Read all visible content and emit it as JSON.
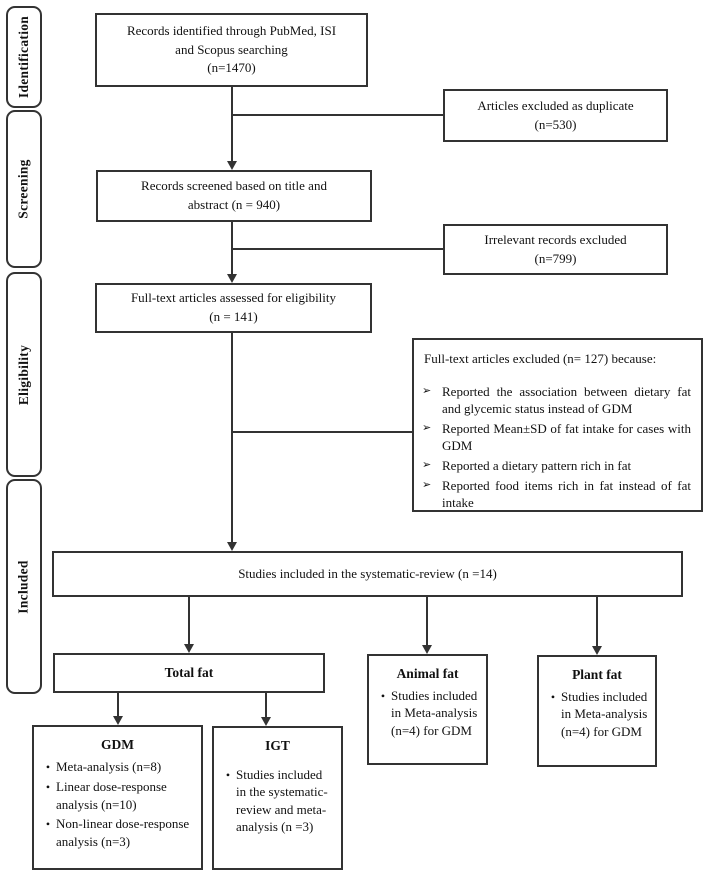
{
  "colors": {
    "border": "#333333",
    "text": "#111111",
    "background": "#ffffff"
  },
  "sidebar": {
    "items": [
      {
        "label": "Identification"
      },
      {
        "label": "Screening"
      },
      {
        "label": "Eligibility"
      },
      {
        "label": "Included"
      }
    ]
  },
  "flow": {
    "records_identified": "Records identified through PubMed, ISI\nand Scopus searching\n(n=1470)",
    "duplicates_excluded": "Articles excluded as duplicate\n(n=530)",
    "records_screened": "Records screened based on title and\nabstract (n = 940)",
    "irrelevant_excluded": "Irrelevant records excluded\n(n=799)",
    "fulltext_assessed": "Full-text articles assessed for eligibility\n(n = 141)",
    "fulltext_excluded": {
      "heading": "Full-text articles excluded (n= 127) because:",
      "bullet_glyph": "➢",
      "bullets": [
        "Reported the association between dietary fat and glycemic status instead of GDM",
        "Reported Mean±SD of fat intake for cases with GDM",
        "Reported a dietary pattern rich in fat",
        "Reported food items rich in fat instead of fat intake"
      ]
    },
    "systematic_review": "Studies included in the systematic-review (n =14)",
    "total_fat": {
      "title": "Total fat"
    },
    "animal_fat": {
      "title": "Animal fat",
      "bullet_glyph": "•",
      "bullets": [
        "Studies included in Meta-analysis (n=4) for GDM"
      ]
    },
    "plant_fat": {
      "title": "Plant fat",
      "bullet_glyph": "•",
      "bullets": [
        "Studies included in Meta-analysis (n=4) for GDM"
      ]
    },
    "gdm": {
      "title": "GDM",
      "bullet_glyph": "•",
      "bullets": [
        "Meta-analysis (n=8)",
        "Linear dose-response analysis (n=10)",
        "Non-linear dose-response analysis (n=3)"
      ]
    },
    "igt": {
      "title": "IGT",
      "bullet_glyph": "•",
      "bullets": [
        "Studies included in the systematic-review and meta-analysis (n =3)"
      ]
    }
  }
}
